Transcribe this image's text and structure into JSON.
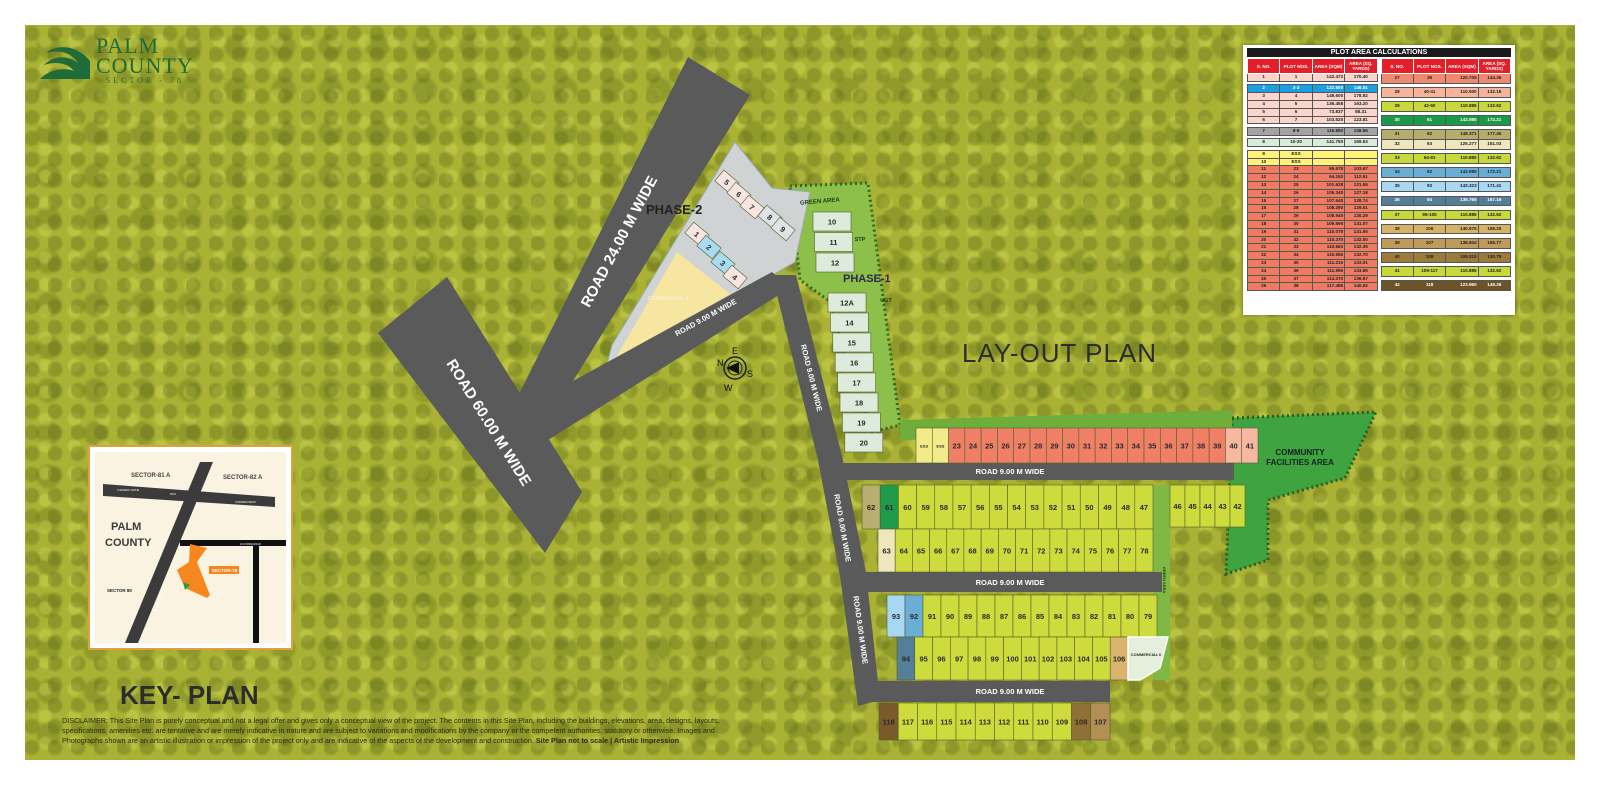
{
  "logo": {
    "name_line1": "PALM",
    "name_line2": "COUNTY",
    "subtitle": "SECTOR - 78"
  },
  "title": "LAY-OUT PLAN",
  "key_plan": {
    "title": "KEY- PLAN",
    "labels": {
      "sector_81a": "SECTOR-81 A",
      "sector_82a": "SECTOR-82 A",
      "palm_county_1": "PALM",
      "palm_county_2": "COUNTY",
      "sector_80": "SECTOR 80",
      "sector_78": "SECTOR-78",
      "towards_jaipur": "TOWARDS JAIPUR",
      "towards_delhi": "TOWARDS DELHI",
      "nh": "NH-8",
      "road_24": "24 M WIDE ROAD",
      "road_60": "60 M WIDE ROAD"
    }
  },
  "roads": {
    "road_60": "ROAD 60.00 M WIDE",
    "road_24": "ROAD 24.00 M WIDE",
    "road_9": "ROAD 9.00 M WIDE"
  },
  "zones": {
    "phase1": "PHASE-1",
    "phase2": "PHASE-2",
    "green_area": "GREEN AREA",
    "stp": "STP",
    "ugt": "UGT",
    "commercial_1": "COMMERCIAL I",
    "commercial_2": "COMMERCIAL II",
    "community": "COMMUNITY FACILITIES AREA",
    "green_area_strip": "GREEN AREA"
  },
  "compass": {
    "n": "N",
    "e": "E",
    "s": "S",
    "w": "W"
  },
  "colors": {
    "road": "#5a5a5a",
    "lime": "#cddc3c",
    "salmon": "#ef7f66",
    "community": "#3fa33f"
  },
  "plots": {
    "phase1": {
      "color": "#dcebdc",
      "labels": [
        "10",
        "11",
        "12",
        "12A",
        "14",
        "15",
        "16",
        "17",
        "18",
        "19",
        "20"
      ]
    },
    "phase2": [
      {
        "label": "1",
        "color": "#f8e4e0"
      },
      {
        "label": "2",
        "color": "#a9dcf3"
      },
      {
        "label": "3",
        "color": "#a9dcf3"
      },
      {
        "label": "4",
        "color": "#f8e4e0"
      },
      {
        "label": "5",
        "color": "#f8e4e0"
      },
      {
        "label": "6",
        "color": "#f8e4e0"
      },
      {
        "label": "7",
        "color": "#f8e4e0"
      },
      {
        "label": "8",
        "color": "#dde3e6"
      },
      {
        "label": "9",
        "color": "#dde3e6"
      }
    ],
    "row_a": [
      {
        "labels": [
          "ESS",
          "ESS"
        ],
        "color": "#f3eb8a"
      },
      {
        "labels": [
          "23",
          "24",
          "25",
          "26",
          "27",
          "28",
          "29",
          "30",
          "31",
          "32",
          "33",
          "34",
          "35",
          "36",
          "37",
          "38",
          "39"
        ],
        "color": "#ef7f66"
      },
      {
        "labels": [
          "40",
          "41"
        ],
        "color": "#f6b8a0"
      }
    ],
    "row_b": [
      {
        "labels": [
          "62"
        ],
        "color": "#b7ae70"
      },
      {
        "labels": [
          "61"
        ],
        "color": "#1e9a4a"
      },
      {
        "labels": [
          "60",
          "59",
          "58",
          "57",
          "56",
          "55",
          "54",
          "53",
          "52",
          "51",
          "50",
          "49",
          "48",
          "47"
        ],
        "color": "#cddc3c"
      }
    ],
    "row_b2": [
      {
        "labels": [
          "46",
          "45",
          "44",
          "43",
          "42"
        ],
        "color": "#cddc3c"
      }
    ],
    "row_c": [
      {
        "labels": [
          "63"
        ],
        "color": "#efe6bd"
      },
      {
        "labels": [
          "64",
          "65",
          "66",
          "67",
          "68",
          "69",
          "70",
          "71",
          "72",
          "73",
          "74",
          "75",
          "76",
          "77",
          "78"
        ],
        "color": "#cddc3c"
      }
    ],
    "row_d": [
      {
        "labels": [
          "93"
        ],
        "color": "#a6d8f3"
      },
      {
        "labels": [
          "92"
        ],
        "color": "#6aaed6"
      },
      {
        "labels": [
          "91",
          "90",
          "89",
          "88",
          "87",
          "86",
          "85",
          "84",
          "83",
          "82",
          "81",
          "80",
          "79"
        ],
        "color": "#cddc3c"
      }
    ],
    "row_e": [
      {
        "labels": [
          "94"
        ],
        "color": "#557f99"
      },
      {
        "labels": [
          "95",
          "96",
          "97",
          "98",
          "99",
          "100",
          "101",
          "102",
          "103",
          "104",
          "105"
        ],
        "color": "#cddc3c"
      },
      {
        "labels": [
          "106"
        ],
        "color": "#d8b46c"
      }
    ],
    "row_f": [
      {
        "labels": [
          "118"
        ],
        "color": "#7a5a2a"
      },
      {
        "labels": [
          "117",
          "116",
          "115",
          "114",
          "113",
          "112",
          "111",
          "110",
          "109"
        ],
        "color": "#cddc3c"
      },
      {
        "labels": [
          "108"
        ],
        "color": "#8f7036"
      },
      {
        "labels": [
          "107"
        ],
        "color": "#b38f55"
      }
    ]
  },
  "table": {
    "title": "PLOT AREA CALCULATIONS",
    "headers": [
      "S. NO.",
      "PLOT NOS.",
      "AREA (SQM)",
      "AREA (SQ. YARDS)"
    ],
    "left": [
      {
        "g": 1,
        "sno": "1",
        "plots": "1",
        "sqm": "142.472",
        "sqyd": "170.40",
        "color": "#f9d5cc"
      },
      {
        "g": 2,
        "sno": "2",
        "plots": "2-3",
        "sqm": "122.500",
        "sqyd": "146.51",
        "color": "#1ba1e2"
      },
      {
        "g": 2,
        "sno": "3",
        "plots": "4",
        "sqm": "149.600",
        "sqyd": "178.92",
        "color": "#f9d5cc"
      },
      {
        "g": 2,
        "sno": "4",
        "plots": "5",
        "sqm": "136.458",
        "sqyd": "163.20",
        "color": "#f9d5cc"
      },
      {
        "g": 2,
        "sno": "5",
        "plots": "6",
        "sqm": "73.837",
        "sqyd": "88.31",
        "color": "#f9d5cc"
      },
      {
        "g": 2,
        "sno": "6",
        "plots": "7",
        "sqm": "103.520",
        "sqyd": "123.81",
        "color": "#f9d5cc"
      },
      {
        "g": 3,
        "sno": "7",
        "plots": "8-9",
        "sqm": "115.850",
        "sqyd": "138.56",
        "color": "#a3a3a3"
      },
      {
        "g": 4,
        "sno": "8",
        "plots": "10-20",
        "sqm": "141.750",
        "sqyd": "169.53",
        "color": "#d8ecd8"
      },
      {
        "g": 5,
        "sno": "9",
        "plots": "ESS",
        "sqm": "",
        "sqyd": "",
        "color": "#fff27a"
      },
      {
        "g": 5,
        "sno": "10",
        "plots": "ESS",
        "sqm": "",
        "sqyd": "",
        "color": "#fff27a"
      },
      {
        "g": 5,
        "sno": "11",
        "plots": "23",
        "sqm": "86.678",
        "sqyd": "103.67",
        "color": "#ee7b62"
      },
      {
        "g": 5,
        "sno": "12",
        "plots": "24",
        "sqm": "94.153",
        "sqyd": "112.61",
        "color": "#ee7b62"
      },
      {
        "g": 5,
        "sno": "13",
        "plots": "25",
        "sqm": "101.628",
        "sqyd": "121.55",
        "color": "#ee7b62"
      },
      {
        "g": 5,
        "sno": "14",
        "plots": "26",
        "sqm": "106.340",
        "sqyd": "127.18",
        "color": "#ee7b62"
      },
      {
        "g": 5,
        "sno": "15",
        "plots": "27",
        "sqm": "107.640",
        "sqyd": "128.74",
        "color": "#ee7b62"
      },
      {
        "g": 5,
        "sno": "16",
        "plots": "28",
        "sqm": "108.290",
        "sqyd": "129.51",
        "color": "#ee7b62"
      },
      {
        "g": 5,
        "sno": "17",
        "plots": "29",
        "sqm": "108.940",
        "sqyd": "130.29",
        "color": "#ee7b62"
      },
      {
        "g": 5,
        "sno": "18",
        "plots": "30",
        "sqm": "109.590",
        "sqyd": "131.07",
        "color": "#ee7b62"
      },
      {
        "g": 5,
        "sno": "19",
        "plots": "31",
        "sqm": "110.078",
        "sqyd": "131.65",
        "color": "#ee7b62"
      },
      {
        "g": 5,
        "sno": "20",
        "plots": "32",
        "sqm": "110.370",
        "sqyd": "132.00",
        "color": "#ee7b62"
      },
      {
        "g": 5,
        "sno": "21",
        "plots": "33",
        "sqm": "110.663",
        "sqyd": "132.35",
        "color": "#ee7b62"
      },
      {
        "g": 5,
        "sno": "22",
        "plots": "34",
        "sqm": "110.955",
        "sqyd": "132.70",
        "color": "#ee7b62"
      },
      {
        "g": 5,
        "sno": "23",
        "plots": "35",
        "sqm": "111.215",
        "sqyd": "133.01",
        "color": "#ee7b62"
      },
      {
        "g": 5,
        "sno": "24",
        "plots": "36",
        "sqm": "111.995",
        "sqyd": "133.95",
        "color": "#ee7b62"
      },
      {
        "g": 5,
        "sno": "25",
        "plots": "37",
        "sqm": "114.270",
        "sqyd": "136.67",
        "color": "#ee7b62"
      },
      {
        "g": 5,
        "sno": "26",
        "plots": "38",
        "sqm": "117.488",
        "sqyd": "140.52",
        "color": "#ee7b62"
      }
    ],
    "right": [
      {
        "g": 1,
        "sno": "27",
        "plots": "39",
        "sqm": "120.705",
        "sqyd": "144.36",
        "color": "#ee8a70"
      },
      {
        "g": 2,
        "sno": "28",
        "plots": "40-41",
        "sqm": "110.500",
        "sqyd": "132.16",
        "color": "#f5b49b"
      },
      {
        "g": 3,
        "sno": "29",
        "plots": "42-60",
        "sqm": "110.885",
        "sqyd": "132.62",
        "color": "#c8d93a"
      },
      {
        "g": 4,
        "sno": "30",
        "plots": "61",
        "sqm": "143.985",
        "sqyd": "172.21",
        "color": "#1a9a48"
      },
      {
        "g": 5,
        "sno": "31",
        "plots": "62",
        "sqm": "148.371",
        "sqyd": "177.45",
        "color": "#b5ad6e"
      },
      {
        "g": 5,
        "sno": "32",
        "plots": "63",
        "sqm": "126.277",
        "sqyd": "151.03",
        "color": "#efe6bd"
      },
      {
        "g": 6,
        "sno": "33",
        "plots": "64-91",
        "sqm": "110.885",
        "sqyd": "132.62",
        "color": "#c8d93a"
      },
      {
        "g": 7,
        "sno": "34",
        "plots": "92",
        "sqm": "143.985",
        "sqyd": "172.21",
        "color": "#6aaed6"
      },
      {
        "g": 8,
        "sno": "35",
        "plots": "93",
        "sqm": "143.323",
        "sqyd": "171.41",
        "color": "#a9d8f2"
      },
      {
        "g": 9,
        "sno": "36",
        "plots": "94",
        "sqm": "139.765",
        "sqyd": "167.16",
        "color": "#557f99"
      },
      {
        "g": 10,
        "sno": "37",
        "plots": "95-105",
        "sqm": "110.885",
        "sqyd": "132.62",
        "color": "#c8d93a"
      },
      {
        "g": 11,
        "sno": "38",
        "plots": "106",
        "sqm": "140.675",
        "sqyd": "168.25",
        "color": "#d7b36a"
      },
      {
        "g": 12,
        "sno": "39",
        "plots": "107",
        "sqm": "138.604",
        "sqyd": "165.77",
        "color": "#bf9a5a"
      },
      {
        "g": 13,
        "sno": "40",
        "plots": "108",
        "sqm": "109.319",
        "sqyd": "130.75",
        "color": "#9c7a3a"
      },
      {
        "g": 14,
        "sno": "41",
        "plots": "109-117",
        "sqm": "110.885",
        "sqyd": "132.62",
        "color": "#c8d93a"
      },
      {
        "g": 15,
        "sno": "42",
        "plots": "118",
        "sqm": "123.960",
        "sqyd": "148.26",
        "color": "#6e5326"
      }
    ]
  },
  "disclaimer": {
    "text": "DISCLAIMER: This Site Plan is purely conceptual and not a legal offer and gives only a conceptual view of the project. The contents in this Site Plan, including the buildings, elevations, area, designs, layouts, specifications, amenities etc. are tentative and are merely indicative in nature and are subject to variations and modifications by the company or the competent authorities, statutory or otherwise. Images and Photographs shown are an artistic illustration or impression of the project only and are indicative of the aspects of the development and construction.",
    "bold": "Site Plan not to scale |  Artistic Impression"
  }
}
